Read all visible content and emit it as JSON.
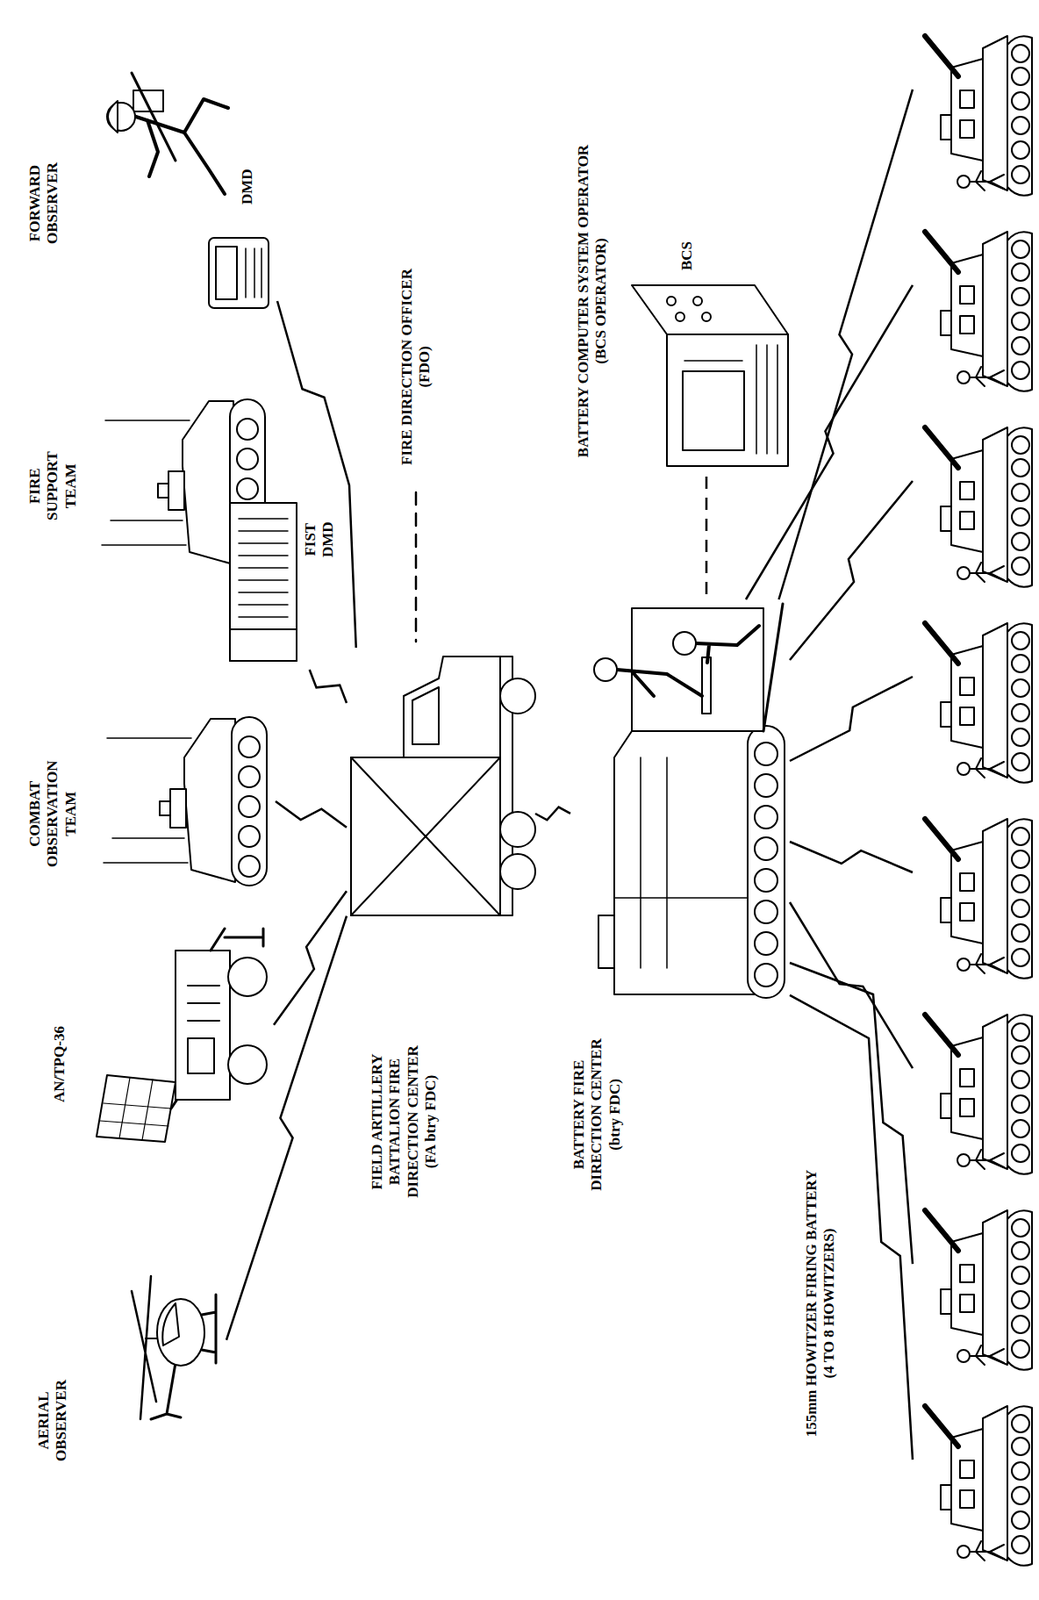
{
  "diagram": {
    "nodes": [
      {
        "text": [
          "AERIAL OBSERVER"
        ]
      },
      {
        "text": [
          "AN/TPQ-36"
        ]
      },
      {
        "text": [
          "COMBAT OBSERVATION TEAM"
        ]
      },
      {
        "text": [
          "FIRE SUPPORT TEAM",
          "FIST DMD"
        ]
      },
      {
        "text": [
          "FORWARD OBSERVER",
          "DMD"
        ]
      },
      {
        "text": [
          "FIELD ARTILLERY BATTALION FIRE DIRECTION CENTER (FA btry FDC)"
        ]
      },
      {
        "text": [
          "BATTERY FIRE DIRECTION CENTER (btry FDC)"
        ]
      },
      {
        "text": [
          "BATTERY COMPUTER SYSTEM OPERATOR (BCS OPERATOR)",
          "BCS"
        ]
      },
      {
        "text": [
          "155mm HOWITZER FIRING BATTERY (4 TO 8 HOWITZERS)"
        ]
      }
    ],
    "edges": [
      {
        "from": 0,
        "to": 5,
        "arrow": "none"
      },
      {
        "from": 1,
        "to": 5,
        "arrow": "none"
      },
      {
        "from": 2,
        "to": 5,
        "arrow": "none"
      },
      {
        "from": 3,
        "to": 5,
        "arrow": "none"
      },
      {
        "from": 4,
        "to": 5,
        "arrow": "none"
      },
      {
        "from": 5,
        "to": 6,
        "arrow": "none"
      },
      {
        "from": 7,
        "to": 6,
        "arrow": "none"
      },
      {
        "from": 6,
        "to": 8,
        "arrow": "none"
      },
      {
        "from": 6,
        "to": 8,
        "arrow": "none"
      },
      {
        "from": 6,
        "to": 8,
        "arrow": "none"
      },
      {
        "from": 6,
        "to": 8,
        "arrow": "none"
      },
      {
        "from": 6,
        "to": 8,
        "arrow": "none"
      },
      {
        "from": 6,
        "to": 8,
        "arrow": "none"
      },
      {
        "from": 6,
        "to": 8,
        "arrow": "none"
      },
      {
        "from": 6,
        "to": 8,
        "arrow": "none"
      }
    ],
    "labels": [
      "FIRE DIRECTION OFFICER (FDO)"
    ]
  }
}
